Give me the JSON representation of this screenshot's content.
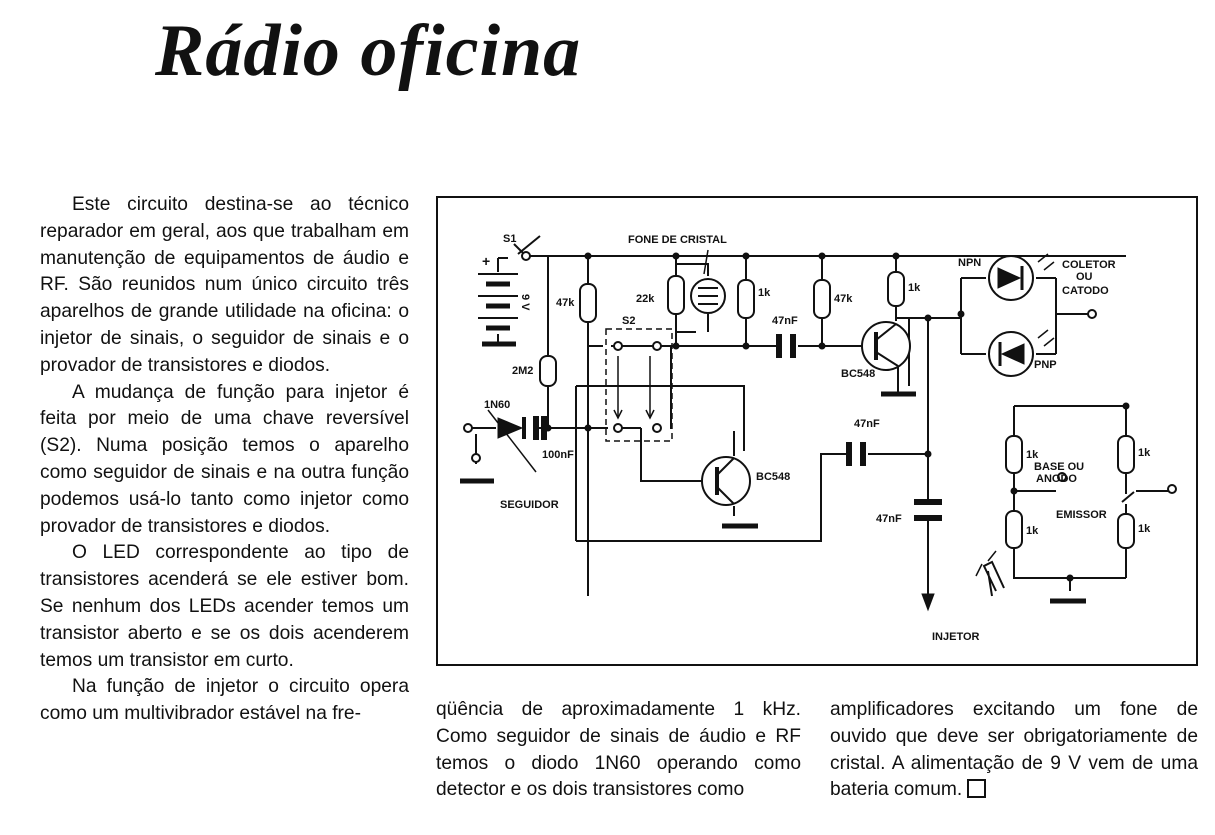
{
  "title": "Rádio oficina",
  "article": {
    "col1": [
      "Este circuito destina-se ao técnico reparador em geral, aos que trabalham em manutenção de equipamentos de áudio e RF. São reunidos num único circuito três aparelhos de grande utilidade na oficina: o injetor de sinais, o seguidor de sinais e o provador de transistores e diodos.",
      "A mudança de função para injetor é feita por meio de uma chave reversível (S2). Numa posição temos o aparelho como seguidor de sinais e na outra função podemos usá-lo tanto como injetor como provador de transistores e diodos.",
      "O LED correspondente ao tipo de transistores acenderá se ele estiver bom. Se nenhum dos LEDs acender temos um transistor aberto e se os dois acenderem temos um transistor em curto.",
      "Na função de injetor o circuito opera como um multivibrador estável na fre-"
    ],
    "col2": "qüência de aproximadamente 1 kHz. Como seguidor de sinais de áudio e RF temos o diodo 1N60 operando como detector e os dois transistores como",
    "col3": "amplificadores excitando um fone de ouvido que deve ser obrigatoriamente de cristal. A alimentação de 9 V vem de uma bateria comum."
  },
  "schematic": {
    "labels": {
      "s1": "S1",
      "plus": "+",
      "battery": "9 V",
      "fone": "FONE DE CRISTAL",
      "r47k_a": "47k",
      "r22k": "22k",
      "r1k_a": "1k",
      "c47nf_a": "47nF",
      "r47k_b": "47k",
      "r1k_b": "1k",
      "npn": "NPN",
      "pnp": "PNP",
      "coletor": "COLETOR",
      "ou_a": "OU",
      "catodo": "CATODO",
      "s2": "S2",
      "r2m2": "2M2",
      "bc548_a": "BC548",
      "bc548_b": "BC548",
      "diode": "1N60",
      "c100nf": "100nF",
      "seguidor": "SEGUIDOR",
      "c47nf_b": "47nF",
      "c47nf_c": "47nF",
      "injetor": "INJETOR",
      "r1k_c": "1k",
      "r1k_d": "1k",
      "r1k_e": "1k",
      "r1k_f": "1k",
      "base": "BASE OU",
      "anodo": "ANODO",
      "emissor": "EMISSOR"
    }
  }
}
